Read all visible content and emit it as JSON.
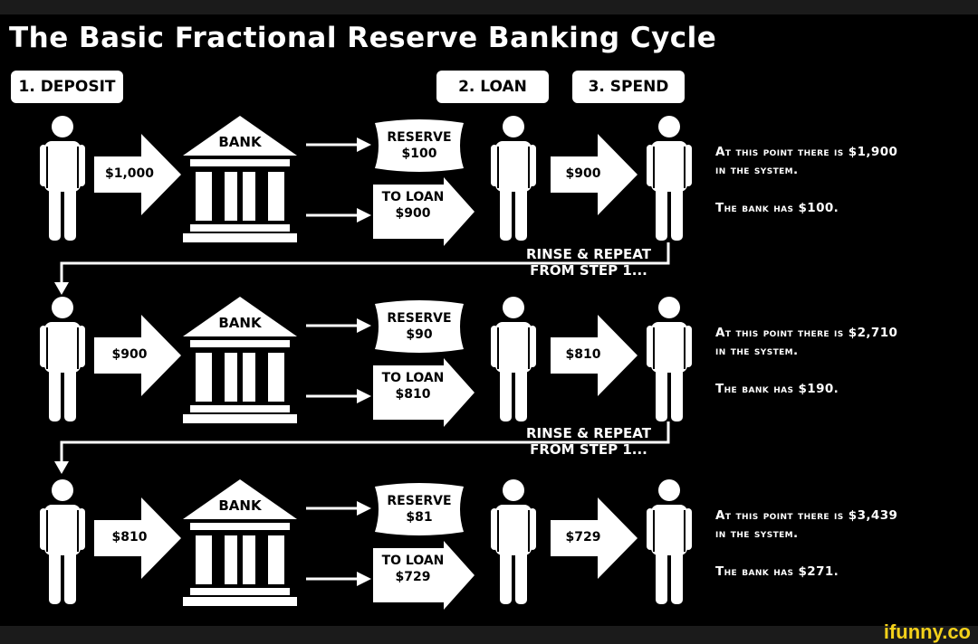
{
  "title": "The Basic Fractional Reserve Banking Cycle",
  "steps": [
    "1. DEPOSIT",
    "2. LOAN",
    "3. SPEND"
  ],
  "bank_label": "BANK",
  "reserve_label": "RESERVE",
  "loan_label": "TO LOAN",
  "rinse_line1": "RINSE & REPEAT",
  "rinse_line2": "FROM STEP 1...",
  "cycles": [
    {
      "deposit": "$1,000",
      "reserve": "$100",
      "loan": "$900",
      "spend": "$900",
      "system_line1": "At this point there is $1,900",
      "system_line2": "in the system.",
      "bank_has": "The bank has $100."
    },
    {
      "deposit": "$900",
      "reserve": "$90",
      "loan": "$810",
      "spend": "$810",
      "system_line1": "At this point there is $2,710",
      "system_line2": "in the system.",
      "bank_has": "The bank has $190."
    },
    {
      "deposit": "$810",
      "reserve": "$81",
      "loan": "$729",
      "spend": "$729",
      "system_line1": "At this point there is $3,439",
      "system_line2": "in the system.",
      "bank_has": "The bank has $271."
    }
  ],
  "watermark": "ifunny.co"
}
